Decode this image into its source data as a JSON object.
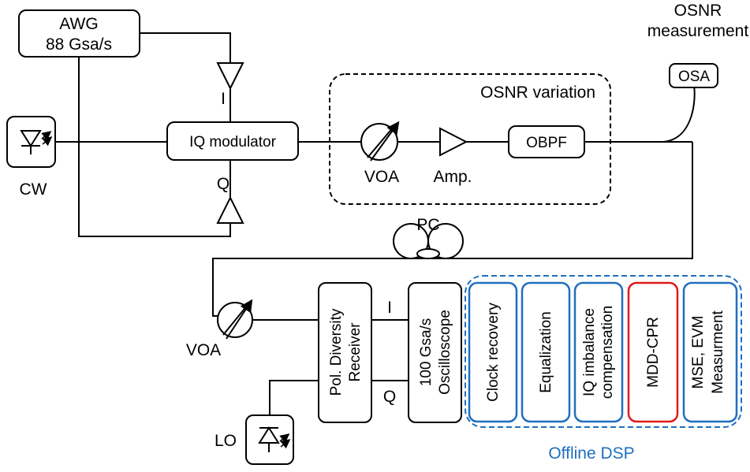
{
  "awg": {
    "line1": "AWG",
    "line2": "88 Gsa/s"
  },
  "iq_modulator": "IQ modulator",
  "driver_labels": {
    "i": "I",
    "q": "Q"
  },
  "cw_label": "CW",
  "osnr_block": {
    "title": "OSNR variation",
    "voa": "VOA",
    "amp": "Amp.",
    "obpf": "OBPF"
  },
  "osnr_measurement": {
    "line1": "OSNR",
    "line2": "measurement",
    "osa": "OSA"
  },
  "pc_label": "PC",
  "rx": {
    "voa": "VOA",
    "lo": "LO",
    "receiver_line1": "Pol. Diversity",
    "receiver_line2": "Receiver",
    "out_i": "I",
    "out_q": "Q",
    "scope_line1": "100 Gsa/s",
    "scope_line2": "Oscilloscope"
  },
  "dsp": {
    "title": "Offline DSP",
    "title_color": "#1f6fbf",
    "highlight_color": "#e0191b",
    "blocks": [
      {
        "line1": "Clock recovery",
        "line2": ""
      },
      {
        "line1": "Equalization",
        "line2": ""
      },
      {
        "line1": "IQ imbalance",
        "line2": "compensation"
      },
      {
        "line1": "MDD-CPR",
        "line2": ""
      },
      {
        "line1": "MSE, EVM",
        "line2": "Measurment"
      }
    ]
  }
}
